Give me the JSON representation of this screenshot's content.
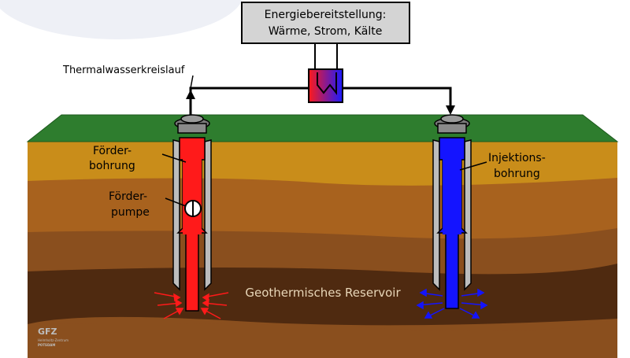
{
  "energy_box": {
    "line1": "Energiebereitstellung:",
    "line2": "Wärme, Strom, Kälte"
  },
  "loop_label": "Thermalwasserkreislauf",
  "production_well": {
    "label_line1": "Förder-",
    "label_line2": "bohrung"
  },
  "pump": {
    "label_line1": "Förder-",
    "label_line2": "pumpe"
  },
  "injection_well": {
    "label_line1": "Injektions-",
    "label_line2": "bohrung"
  },
  "reservoir_label": "Geothermisches Reservoir",
  "logo": {
    "text": "GFZ",
    "subtext1": "Helmholtz-Zentrum",
    "subtext2": "POTSDAM"
  },
  "colors": {
    "hot": "#ff1a1a",
    "cold": "#1414ff",
    "ground_top": "#2e7d2e",
    "layer1": "#c98d1a",
    "layer2": "#a8621e",
    "layer3": "#8a4f1e",
    "reservoir": "#4f2a10"
  }
}
